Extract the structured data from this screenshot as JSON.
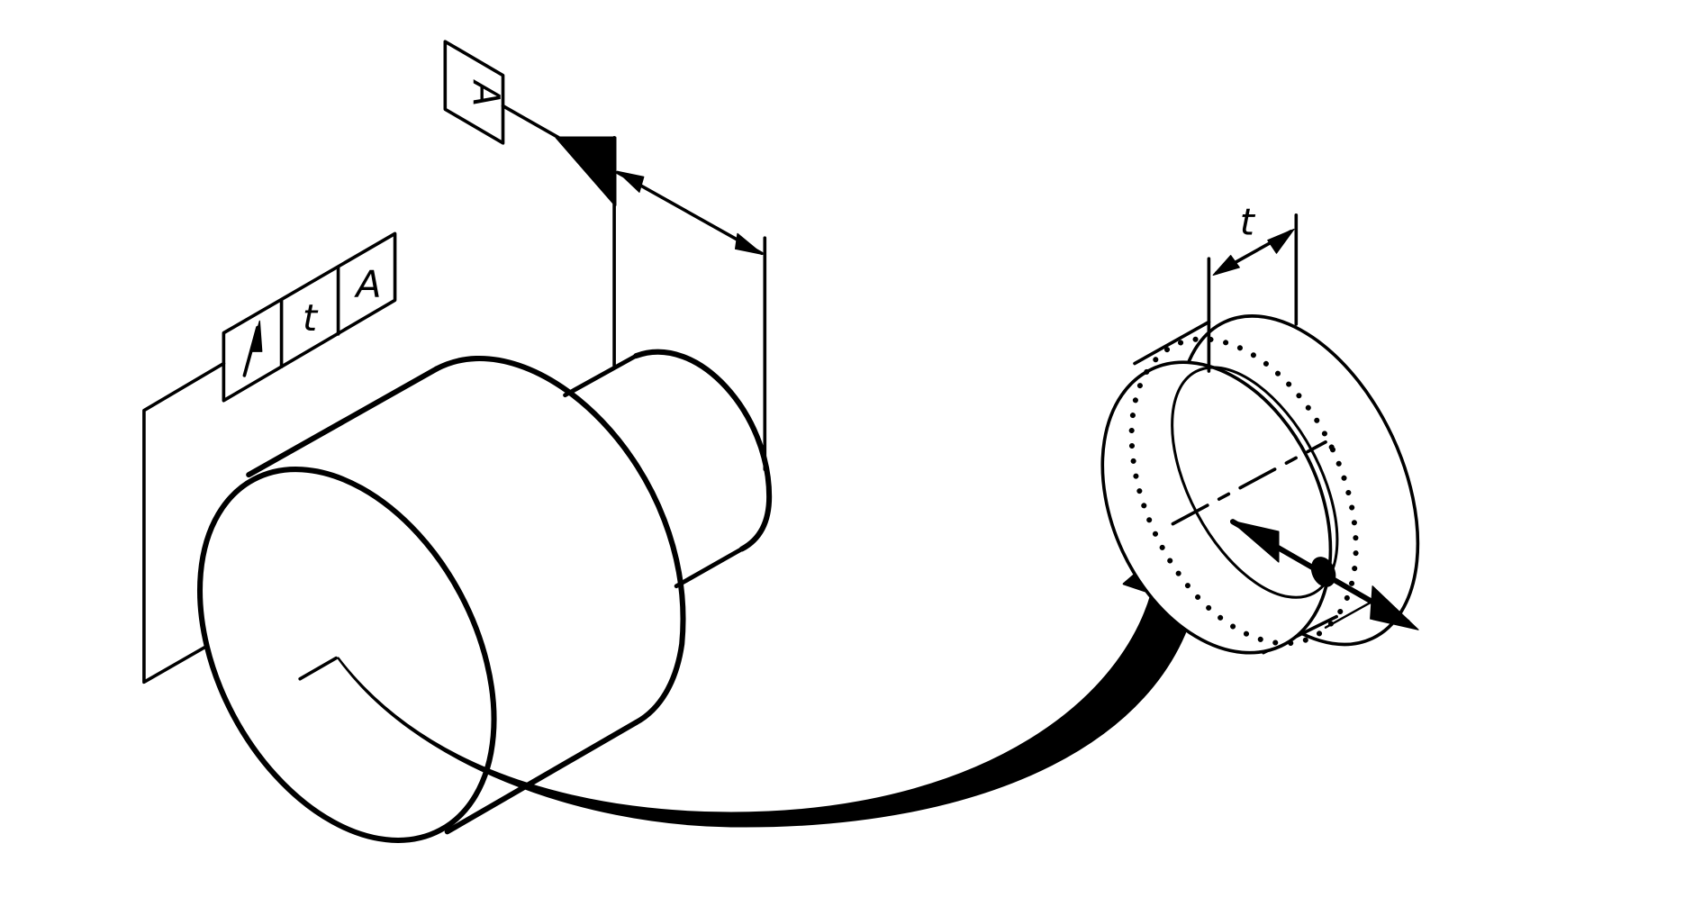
{
  "diagram": {
    "datum_feature": {
      "label": "A"
    },
    "feature_control_frame": {
      "symbol": "circular-runout-arrow-icon",
      "tolerance": "t",
      "datum": "A"
    },
    "tolerance_zone": {
      "label": "t"
    },
    "colors": {
      "line": "#000000",
      "background": "#ffffff"
    }
  }
}
